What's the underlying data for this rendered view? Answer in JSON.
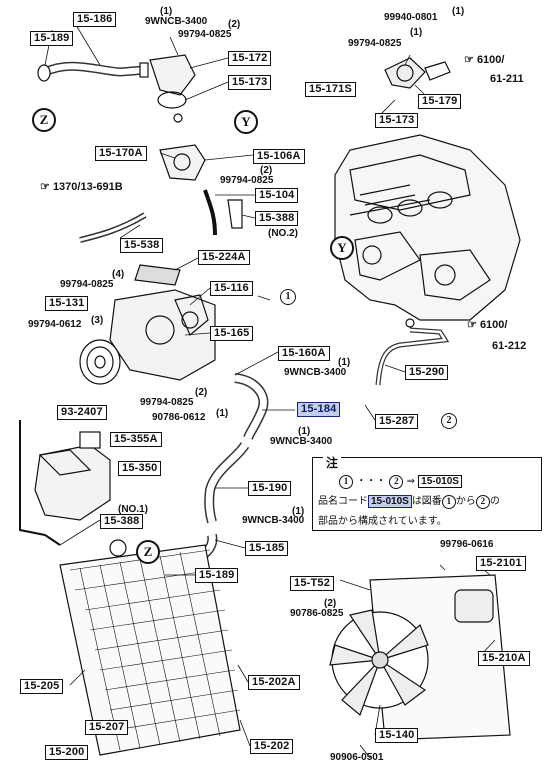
{
  "labels": {
    "l_15_186": "15-186",
    "l_15_189_top": "15-189",
    "l_15_172": "15-172",
    "l_15_173_mid": "15-173",
    "l_15_171s": "15-171S",
    "l_15_179": "15-179",
    "l_15_173_right": "15-173",
    "l_15_170a": "15-170A",
    "l_15_106a": "15-106A",
    "l_15_104": "15-104",
    "l_15_388_top": "15-388",
    "l_15_538": "15-538",
    "l_15_224a": "15-224A",
    "l_15_116": "15-116",
    "l_15_131": "15-131",
    "l_15_165": "15-165",
    "l_15_160a": "15-160A",
    "l_15_290": "15-290",
    "l_15_184": "15-184",
    "l_15_287": "15-287",
    "l_93_2407": "93-2407",
    "l_15_355a": "15-355A",
    "l_15_350": "15-350",
    "l_15_190": "15-190",
    "l_15_388_bot": "15-388",
    "l_15_185": "15-185",
    "l_15_189_bot": "15-189",
    "l_15_t52": "15-T52",
    "l_15_2101": "15-2101",
    "l_15_210a": "15-210A",
    "l_15_205": "15-205",
    "l_15_202a": "15-202A",
    "l_15_207": "15-207",
    "l_15_202": "15-202",
    "l_15_140": "15-140",
    "l_15_200": "15-200"
  },
  "part_numbers": {
    "p_9wncb_3400_a": "9WNCB-3400",
    "p_99794_0825_a": "99794-0825",
    "p_99940_0801": "99940-0801",
    "p_99794_0825_b": "99794-0825",
    "p_99794_0825_c": "99794-0825",
    "p_99794_0825_d": "99794-0825",
    "p_99794_0612": "99794-0612",
    "p_9wncb_3400_b": "9WNCB-3400",
    "p_99794_0825_e": "99794-0825",
    "p_90786_0612": "90786-0612",
    "p_9wncb_3400_c": "9WNCB-3400",
    "p_9wncb_3400_d": "9WNCB-3400",
    "p_99796_0616": "99796-0616",
    "p_90786_0825": "90786-0825",
    "p_90906_0501": "90906-0501"
  },
  "quantities": {
    "q1": "(1)",
    "q2": "(2)",
    "q3": "(1)",
    "q4": "(1)",
    "q5": "(2)",
    "q6": "(4)",
    "q7": "(3)",
    "q8": "(1)",
    "q9": "(2)",
    "q10": "(1)",
    "q11": "(1)",
    "q12": "(1)",
    "q13": "(2)"
  },
  "annotations": {
    "no2": "(NO.2)",
    "no1": "(NO.1)",
    "ref_6100_top": "6100/",
    "ref_61_211": "61-211",
    "ref_6100_bot": "6100/",
    "ref_61_212": "61-212",
    "ref_1370": "1370/13-691B"
  },
  "circles": {
    "c_z_top": "Z",
    "c_y_top": "Y",
    "c_y_mid": "Y",
    "c_z_bot": "Z",
    "c_1": "1",
    "c_2": "2"
  },
  "note": {
    "title": "注",
    "row1_a": "1",
    "row1_dots": "・・・",
    "row1_b": "2",
    "row1_arrow": "⇒",
    "row1_code": "15-010S",
    "row2_pre": "品名コード",
    "row2_code": "15-010S",
    "row2_mid": "は図番",
    "row2_a": "1",
    "row2_from": "から",
    "row2_b": "2",
    "row2_post": "の",
    "row3": "部品から構成されています。"
  }
}
